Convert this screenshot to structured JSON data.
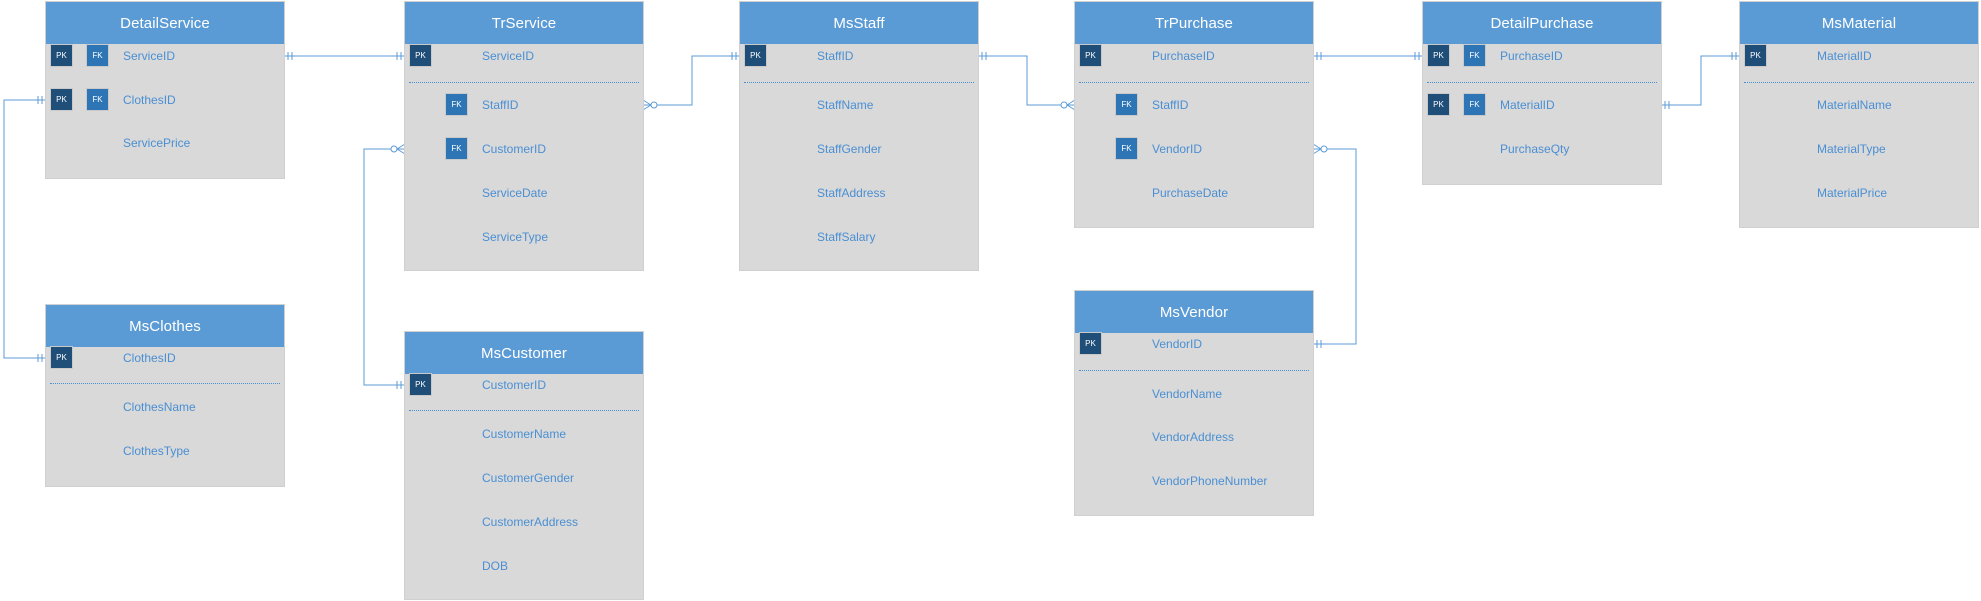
{
  "diagram": {
    "entities": [
      {
        "id": "DetailService",
        "title": "DetailService",
        "keys": [
          {
            "name": "ServiceID",
            "badges": [
              "PK",
              "FK"
            ]
          },
          {
            "name": "ClothesID",
            "badges": [
              "PK",
              "FK"
            ]
          }
        ],
        "attributes": [
          "ServicePrice"
        ]
      },
      {
        "id": "TrService",
        "title": "TrService",
        "keys": [
          {
            "name": "ServiceID",
            "badges": [
              "PK"
            ]
          }
        ],
        "attributes": [
          {
            "name": "StaffID",
            "badges": [
              "FK"
            ]
          },
          {
            "name": "CustomerID",
            "badges": [
              "FK"
            ]
          },
          {
            "name": "ServiceDate",
            "badges": []
          },
          {
            "name": "ServiceType",
            "badges": []
          }
        ]
      },
      {
        "id": "MsStaff",
        "title": "MsStaff",
        "keys": [
          {
            "name": "StaffID",
            "badges": [
              "PK"
            ]
          }
        ],
        "attributes": [
          "StaffName",
          "StaffGender",
          "StaffAddress",
          "StaffSalary"
        ]
      },
      {
        "id": "TrPurchase",
        "title": "TrPurchase",
        "keys": [
          {
            "name": "PurchaseID",
            "badges": [
              "PK"
            ]
          }
        ],
        "attributes": [
          {
            "name": "StaffID",
            "badges": [
              "FK"
            ]
          },
          {
            "name": "VendorID",
            "badges": [
              "FK"
            ]
          },
          {
            "name": "PurchaseDate",
            "badges": []
          }
        ]
      },
      {
        "id": "DetailPurchase",
        "title": "DetailPurchase",
        "keys": [
          {
            "name": "PurchaseID",
            "badges": [
              "PK",
              "FK"
            ]
          },
          {
            "name": "MaterialID",
            "badges": [
              "PK",
              "FK"
            ]
          }
        ],
        "attributes": [
          "PurchaseQty"
        ]
      },
      {
        "id": "MsMaterial",
        "title": "MsMaterial",
        "keys": [
          {
            "name": "MaterialID",
            "badges": [
              "PK"
            ]
          }
        ],
        "attributes": [
          "MaterialName",
          "MaterialType",
          "MaterialPrice"
        ]
      },
      {
        "id": "MsClothes",
        "title": "MsClothes",
        "keys": [
          {
            "name": "ClothesID",
            "badges": [
              "PK"
            ]
          }
        ],
        "attributes": [
          "ClothesName",
          "ClothesType"
        ]
      },
      {
        "id": "MsCustomer",
        "title": "MsCustomer",
        "keys": [
          {
            "name": "CustomerID",
            "badges": [
              "PK"
            ]
          }
        ],
        "attributes": [
          "CustomerName",
          "CustomerGender",
          "CustomerAddress",
          "DOB"
        ]
      },
      {
        "id": "MsVendor",
        "title": "MsVendor",
        "keys": [
          {
            "name": "VendorID",
            "badges": [
              "PK"
            ]
          }
        ],
        "attributes": [
          "VendorName",
          "VendorAddress",
          "VendorPhoneNumber"
        ]
      }
    ],
    "relationships": [
      {
        "from": "DetailService.ServiceID",
        "to": "TrService.ServiceID",
        "from_end": "one-mandatory",
        "to_end": "one-mandatory"
      },
      {
        "from": "TrService.StaffID",
        "to": "MsStaff.StaffID",
        "from_end": "zero-or-many",
        "to_end": "one-mandatory"
      },
      {
        "from": "MsStaff.StaffID",
        "to": "TrPurchase.StaffID",
        "from_end": "one-mandatory",
        "to_end": "zero-or-many"
      },
      {
        "from": "TrPurchase.PurchaseID",
        "to": "DetailPurchase.PurchaseID",
        "from_end": "one-mandatory",
        "to_end": "one-mandatory"
      },
      {
        "from": "DetailPurchase.MaterialID",
        "to": "MsMaterial.MaterialID",
        "from_end": "one-mandatory",
        "to_end": "one-mandatory"
      },
      {
        "from": "DetailService.ClothesID",
        "to": "MsClothes.ClothesID",
        "from_end": "one-mandatory",
        "to_end": "one-mandatory"
      },
      {
        "from": "TrService.CustomerID",
        "to": "MsCustomer.CustomerID",
        "from_end": "zero-or-many",
        "to_end": "one-mandatory"
      },
      {
        "from": "TrPurchase.VendorID",
        "to": "MsVendor.VendorID",
        "from_end": "zero-or-many",
        "to_end": "one-mandatory"
      }
    ],
    "colors": {
      "header": "#5b9bd5",
      "body": "#d9d9d9",
      "pk_badge": "#1f4e79",
      "fk_badge": "#2e75b6",
      "attribute_text": "#4a8fd3",
      "connector": "#5b9bd5"
    }
  }
}
